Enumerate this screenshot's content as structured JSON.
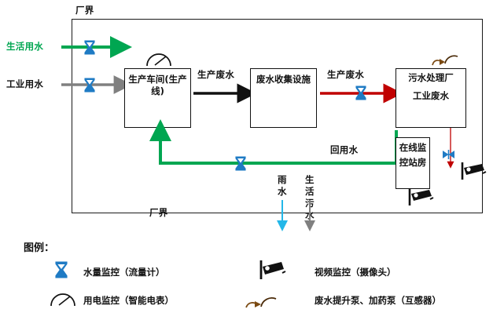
{
  "diagram": {
    "title_top": "厂界",
    "title_bottom": "厂界",
    "inputs": [
      {
        "label": "生活用水",
        "color": "#00A651"
      },
      {
        "label": "工业用水",
        "color": "#808080"
      }
    ],
    "boxes": [
      {
        "id": "workshop",
        "text": "生产车间(生产线)"
      },
      {
        "id": "collection",
        "text": "废水收集设施"
      },
      {
        "id": "treatment",
        "text": "污水处理厂"
      },
      {
        "id": "station",
        "text": "在线监控站房"
      }
    ],
    "treatment_sub": "工业废水",
    "flows": [
      {
        "label": "生产废水",
        "color": "#111111"
      },
      {
        "label": "生产废水",
        "color": "#C00000"
      },
      {
        "label": "回用水",
        "color": "#00A651"
      }
    ],
    "outfalls": [
      {
        "label": "雨水",
        "color": "#23B7E8"
      },
      {
        "label": "生活污水",
        "color": "#808080"
      }
    ]
  },
  "legend": {
    "title": "图例：",
    "items": [
      {
        "icon": "hourglass-flowmeter-icon",
        "label": "水量监控（流量计）"
      },
      {
        "icon": "gauge-meter-icon",
        "label": "用电监控（智能电表）"
      },
      {
        "icon": "cctv-camera-icon",
        "label": "视频监控（摄像头）"
      },
      {
        "icon": "pump-transformer-icon",
        "label": "废水提升泵、加药泵（互感器）"
      }
    ]
  },
  "colors": {
    "green": "#00A651",
    "gray": "#808080",
    "red": "#C00000",
    "cyan": "#23B7E8",
    "blue_valve": "#1F7BC4",
    "brown": "#7B4A12",
    "black": "#111111"
  }
}
